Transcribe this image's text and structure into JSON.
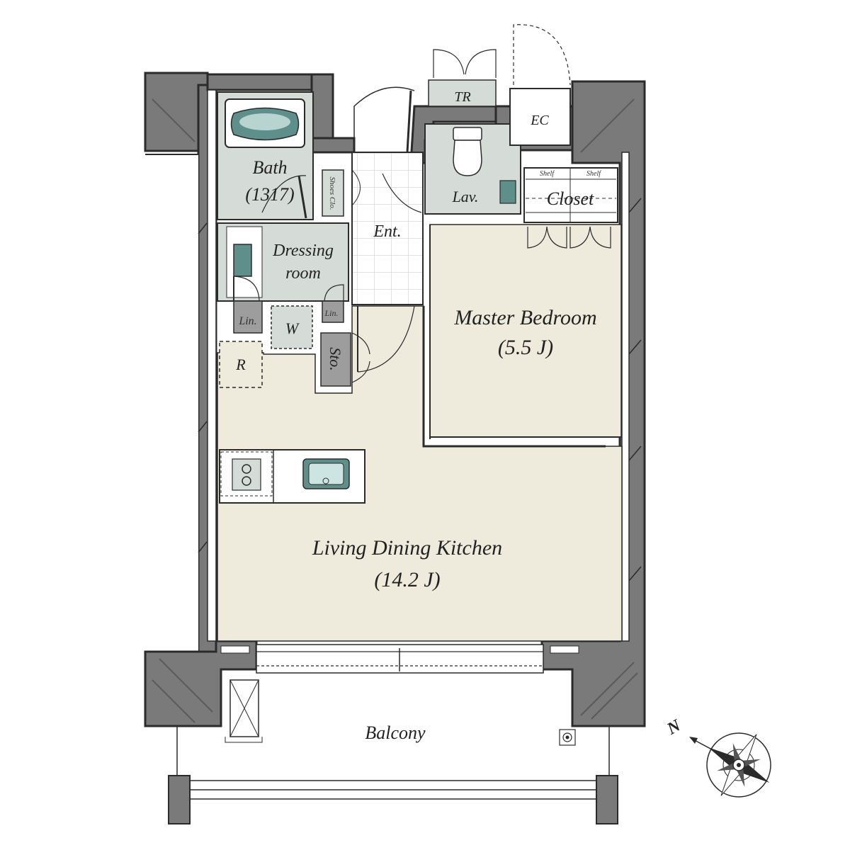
{
  "rooms": {
    "bath": {
      "name": "Bath",
      "size": "(1317)"
    },
    "shoes_closet": {
      "name": "Shoes Clo."
    },
    "lavatory": {
      "name": "Lav."
    },
    "closet": {
      "name": "Closet",
      "shelf_left": "Shelf",
      "shelf_right": "Shelf"
    },
    "entrance": {
      "name": "Ent."
    },
    "dressing": {
      "line1": "Dressing",
      "line2": "room"
    },
    "linen_left": {
      "name": "Lin."
    },
    "linen_right": {
      "name": "Lin."
    },
    "washer": {
      "name": "W"
    },
    "storage": {
      "name": "Sto."
    },
    "refrigerator": {
      "name": "R"
    },
    "master_bedroom": {
      "name": "Master Bedroom",
      "size": "(5.5 J)"
    },
    "ldk": {
      "name": "Living Dining Kitchen",
      "size": "(14.2 J)"
    },
    "balcony": {
      "name": "Balcony"
    },
    "trunk_room": {
      "name": "TR"
    },
    "electric_closet": {
      "name": "EC"
    }
  },
  "compass": {
    "direction_label": "N"
  },
  "colors": {
    "wall": "#737373",
    "wall_edge": "#2b2b2b",
    "floor_main": "#eeeadc",
    "wet_area": "#d5dcd8",
    "storage": "#9d9d9d",
    "entrance_tile": "#ffffff"
  }
}
